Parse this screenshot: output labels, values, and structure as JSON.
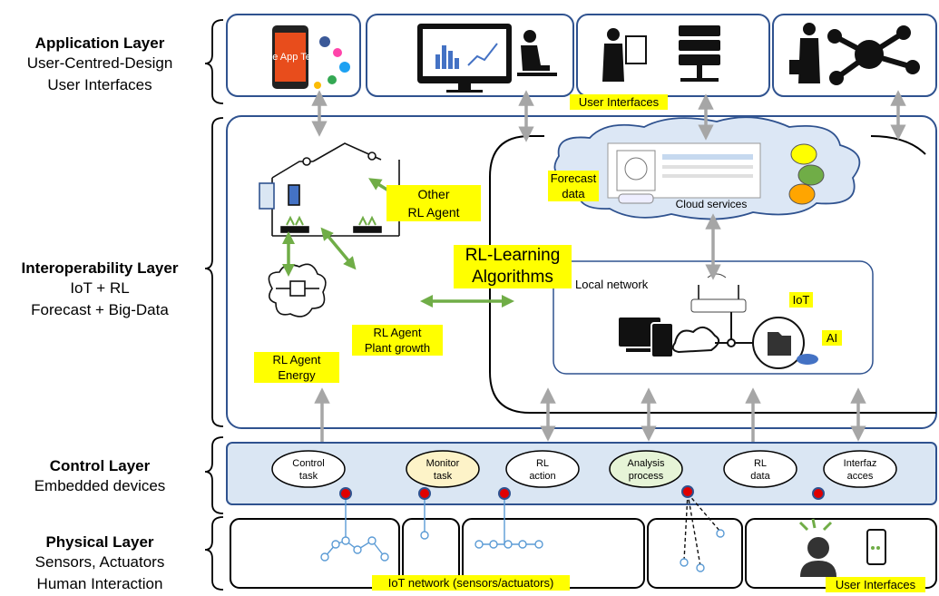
{
  "layers": {
    "application": {
      "title": "Application Layer",
      "lines": [
        "User-Centred-Design",
        "User Interfaces"
      ]
    },
    "interoperability": {
      "title": "Interoperability Layer",
      "lines": [
        "IoT + RL",
        "Forecast + Big-Data"
      ]
    },
    "control": {
      "title": "Control Layer",
      "lines": [
        "Embedded devices"
      ]
    },
    "physical": {
      "title": "Physical Layer",
      "lines": [
        "Sensors, Actuators",
        "Human Interaction"
      ]
    }
  },
  "labels": {
    "user_interfaces_top": "User Interfaces",
    "other_rl_agent": "Other\nRL Agent",
    "rl_learning": "RL-Learning\nAlgorithms",
    "rl_agent_plant": "RL Agent\nPlant growth",
    "rl_agent_energy": "RL Agent\nEnergy",
    "forecast_data": "Forecast\ndata",
    "cloud_services": "Cloud services",
    "local_network": "Local network",
    "iot": "IoT",
    "ai": "AI",
    "mobile_app_testing": "Mobile App Testing",
    "iot_network": "IoT network (sensors/actuators)",
    "user_interfaces_bottom": "User Interfaces"
  },
  "control_nodes": [
    {
      "line1": "Control",
      "line2": "task",
      "fill": "#ffffff"
    },
    {
      "line1": "Monitor",
      "line2": "task",
      "fill": "#fdf3c8"
    },
    {
      "line1": "RL",
      "line2": "action",
      "fill": "#ffffff"
    },
    {
      "line1": "Analysis",
      "line2": "process",
      "fill": "#e6f4d7"
    },
    {
      "line1": "RL",
      "line2": "data",
      "fill": "#ffffff"
    },
    {
      "line1": "Interfaz",
      "line2": "acces",
      "fill": "#ffffff"
    }
  ],
  "colors": {
    "frame": "#2f528f",
    "control_fill": "#dae6f3",
    "arrow_gray": "#a6a6a6",
    "arrow_green": "#70ad47",
    "highlight": "#ffff00",
    "sensor_dot": "#e00000"
  }
}
